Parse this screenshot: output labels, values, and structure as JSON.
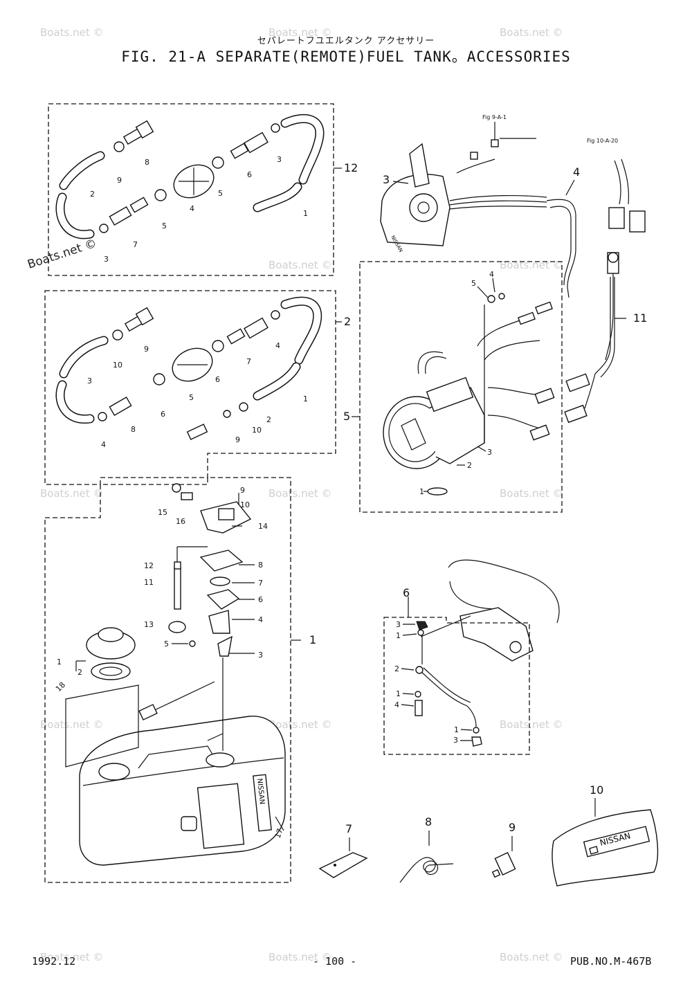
{
  "header": {
    "title_jp": "セパレートフユエルタンク アクセサリー",
    "title": "FIG. 21-A SEPARATE(REMOTE)FUEL TANK。ACCESSORIES"
  },
  "footer": {
    "date": "1992.12",
    "page": "- 100 -",
    "pub_no": "PUB.NO.M-467B"
  },
  "watermarks": {
    "text": "Boats.net ©",
    "prominent": "Boats.net ©"
  },
  "references": {
    "fig9": "Fig 9-A-1",
    "fig10": "Fig 10-A-20"
  },
  "group_labels": {
    "g12": "12",
    "g2": "2",
    "g1": "1",
    "g3": "3",
    "g4": "4",
    "g5": "5",
    "g11": "11",
    "g6": "6",
    "g7": "7",
    "g8": "8",
    "g9": "9",
    "g10": "10"
  },
  "hose12_labels": {
    "n1": "1",
    "n2": "2",
    "n3a": "3",
    "n3b": "3",
    "n4": "4",
    "n5a": "5",
    "n5b": "5",
    "n6": "6",
    "n7": "7",
    "n8": "8",
    "n9": "9"
  },
  "hose2_labels": {
    "n1": "1",
    "n2": "2",
    "n3": "3",
    "n4a": "4",
    "n4b": "4",
    "n5": "5",
    "n6a": "6",
    "n6b": "6",
    "n7": "7",
    "n8": "8",
    "n9a": "9",
    "n9b": "9",
    "n10a": "10",
    "n10b": "10"
  },
  "tank_labels": {
    "n1": "1",
    "n2": "2",
    "n3": "3",
    "n4": "4",
    "n5": "5",
    "n6": "6",
    "n7": "7",
    "n8": "8",
    "n9": "9",
    "n10": "10",
    "n11": "11",
    "n12": "12",
    "n13": "13",
    "n14": "14",
    "n15": "15",
    "n16": "16",
    "n17": "17",
    "n18": "18"
  },
  "gauge_labels": {
    "n1": "1",
    "n2": "2",
    "n3": "3",
    "n4": "4",
    "n5": "5"
  },
  "ground_labels": {
    "n1a": "1",
    "n1b": "1",
    "n1c": "1",
    "n2": "2",
    "n3a": "3",
    "n3b": "3",
    "n4": "4"
  },
  "brand": {
    "tank": "NISSAN",
    "cover": "NISSAN",
    "remote": "NISSAN"
  }
}
